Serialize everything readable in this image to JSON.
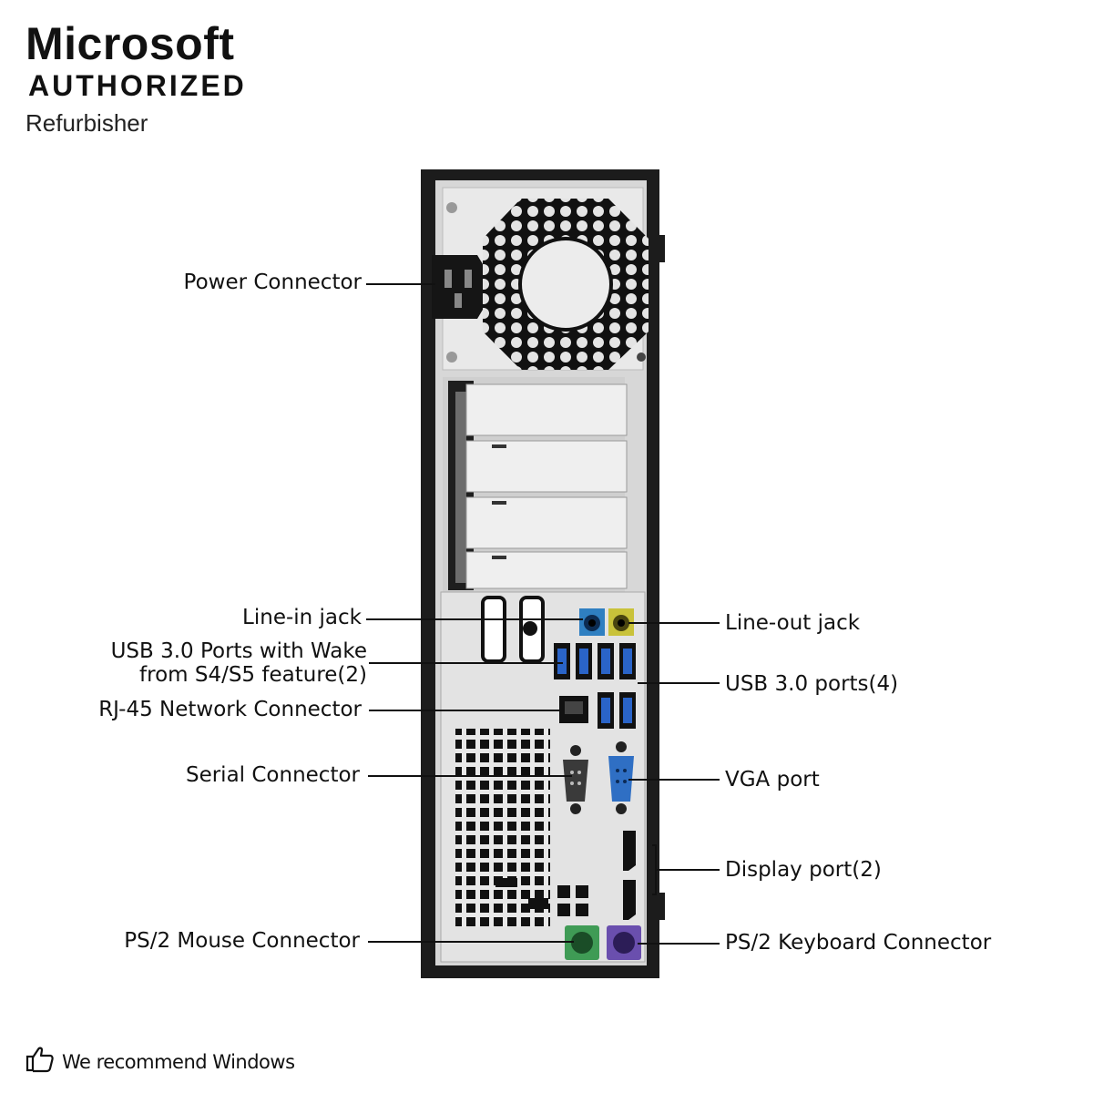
{
  "badge": {
    "brand": "Microsoft",
    "authorized": "AUTHORIZED",
    "refurbisher": "Refurbisher"
  },
  "labels_left": {
    "power": "Power Connector",
    "line_in": "Line-in jack",
    "usb_wake_line1": "USB 3.0 Ports with Wake",
    "usb_wake_line2": "from S4/S5 feature(2)",
    "rj45": "RJ-45 Network Connector",
    "serial": "Serial Connector",
    "ps2_mouse": "PS/2 Mouse Connector"
  },
  "labels_right": {
    "line_out": "Line-out jack",
    "usb3": "USB 3.0 ports(4)",
    "vga": "VGA port",
    "displayport": "Display port(2)",
    "ps2_keyboard": "PS/2 Keyboard Connector"
  },
  "footer": {
    "recommend": "We recommend Windows",
    "icon": "thumbs-up-icon"
  },
  "colors": {
    "case": "#1c1c1c",
    "panel": "#e6e6e6",
    "line_in": "#2f7fc1",
    "line_out": "#c9c23a",
    "usb_blue": "#2a64c8",
    "vga_blue": "#2f6fc4",
    "ps2_mouse": "#3f9b55",
    "ps2_keyboard": "#6a4fae"
  }
}
